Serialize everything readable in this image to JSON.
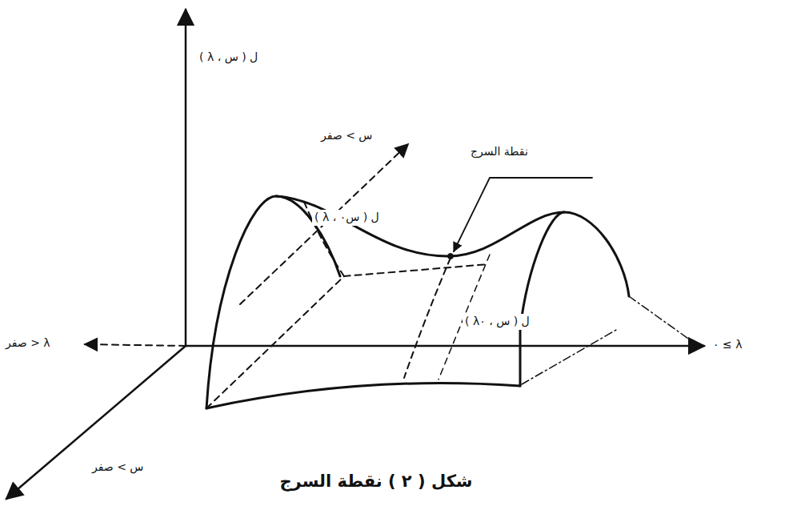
{
  "diagram": {
    "caption": "شكل ( ٢ ) نقطة السرج",
    "labels": [
      "ل ( س ، λ )",
      "س > صفر",
      "نقطة السرج",
      "ل ( س٠ ، λ )",
      "λ < صفر",
      "ل ( س ، λ٠ )",
      "λ ≥ ٠",
      "س > صفر"
    ]
  }
}
